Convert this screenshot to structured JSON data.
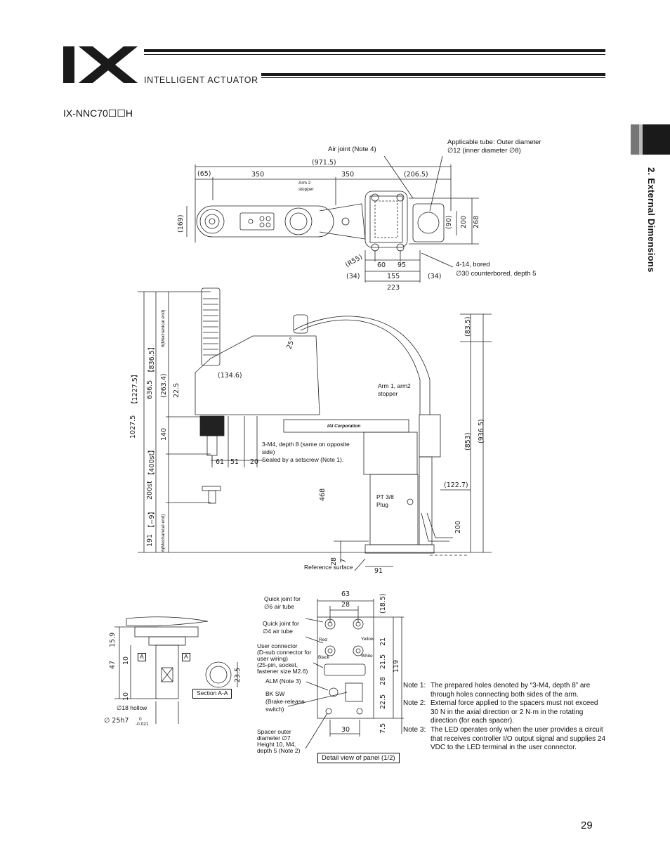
{
  "brand": {
    "logo_text": "IX",
    "name": "INTELLIGENT ACTUATOR"
  },
  "model": "IX-NNC70☐☐H",
  "section_tab": "2. External Dimensions",
  "page_number": "29",
  "top_view": {
    "callout_air_joint": "Air joint (Note 4)",
    "callout_tube_1": "Applicable tube: Outer diameter",
    "callout_tube_2": "∅12 (inner diameter ∅8)",
    "arm2_stopper_1": "Arm 2",
    "arm2_stopper_2": "stopper",
    "bored_1": "4-14, bored",
    "bored_2": "∅30 counterbored, depth 5",
    "dims": {
      "total": "(971.5)",
      "left": "(65)",
      "arm1": "350",
      "arm2": "350",
      "right": "(206.5)",
      "h169": "(169)",
      "h90": "(90)",
      "h200": "200",
      "h268": "268",
      "r55": "(R55)",
      "b60": "60",
      "b95": "95",
      "b34l": "(34)",
      "b155": "155",
      "b34r": "(34)",
      "b223": "223"
    }
  },
  "side_view": {
    "mech_end_top": "6(Mechanical end)",
    "mech_end_bottom": "6(Mechanical end)",
    "angle": "25°",
    "arm_stopper_1": "Arm 1, arm2",
    "arm_stopper_2": "stopper",
    "tapped_1": "3-M4, depth 8 (same on opposite",
    "tapped_2": "side)",
    "tapped_3": "Sealed by a setscrew (Note 1).",
    "pt_plug_1": "PT 3/8",
    "pt_plug_2": "Plug",
    "ref_surface": "Reference surface",
    "body_brand": "IAI Corporation",
    "dims": {
      "d1027": "1027.5",
      "d1227": "【1227.5】",
      "d636": "636.5",
      "d836": "【836.5】",
      "d263": "(263.4)",
      "d22": "22.5",
      "d140": "140",
      "d200st": "200st",
      "d400st": "【400st】",
      "d191": "191",
      "dm9": "【−9】",
      "d134": "(134.6)",
      "d61": "61",
      "d51": "51",
      "d20": "20",
      "d468": "468",
      "d28": "28",
      "d7": "7",
      "d91": "91",
      "d83": "(83.5)",
      "d853": "(853)",
      "d936": "(936.5)",
      "d122": "(122.7)",
      "d200": "200"
    }
  },
  "shaft_detail": {
    "hollow": "∅18 hollow",
    "fit": "∅ 25h7",
    "tolerance_top": "0",
    "tolerance_bottom": "-0.021",
    "section_label": "Section A-A",
    "section_mark": "A",
    "dims": {
      "d15": "15.9",
      "d47": "47",
      "d10a": "10",
      "d10b": "10",
      "d23": "23.5"
    }
  },
  "panel_detail": {
    "title": "Detail view of panel (1/2)",
    "quick6_1": "Quick joint for",
    "quick6_2": "∅6 air tube",
    "quick4_1": "Quick joint for",
    "quick4_2": "∅4 air tube",
    "user_conn": [
      "User connector",
      "(D-sub connector for",
      "user wiring)",
      "(25-pin, socket,",
      "fastener size M2.6)"
    ],
    "alm": "ALM (Note 3)",
    "bksw": [
      "BK SW",
      "(Brake-release",
      "switch)"
    ],
    "spacer": [
      "Spacer outer",
      "diameter ∅7",
      "Height 10, M4,",
      "depth 5 (Note 2)"
    ],
    "colors": {
      "red": "Red",
      "yellow": "Yellow",
      "black": "Black",
      "white": "White"
    },
    "dims": {
      "w63": "63",
      "w28": "28",
      "w30": "30",
      "h18": "(18.5)",
      "h21": "21",
      "h21b": "21.5",
      "h119": "119",
      "h28": "28",
      "h22": "22.5",
      "h7": "7.5"
    }
  },
  "notes": [
    {
      "tag": "Note 1:",
      "text": "The prepared holes denoted by “3-M4, depth 8” are through holes connecting both sides of the arm."
    },
    {
      "tag": "Note 2:",
      "text": "External force applied to the spacers must not exceed 30 N in the axial direction or 2 N·m in the rotating direction (for each spacer)."
    },
    {
      "tag": "Note 3:",
      "text": "The LED operates only when the user provides a circuit that receives controller I/O output signal and supplies 24 VDC to the LED terminal in the user connector."
    }
  ]
}
